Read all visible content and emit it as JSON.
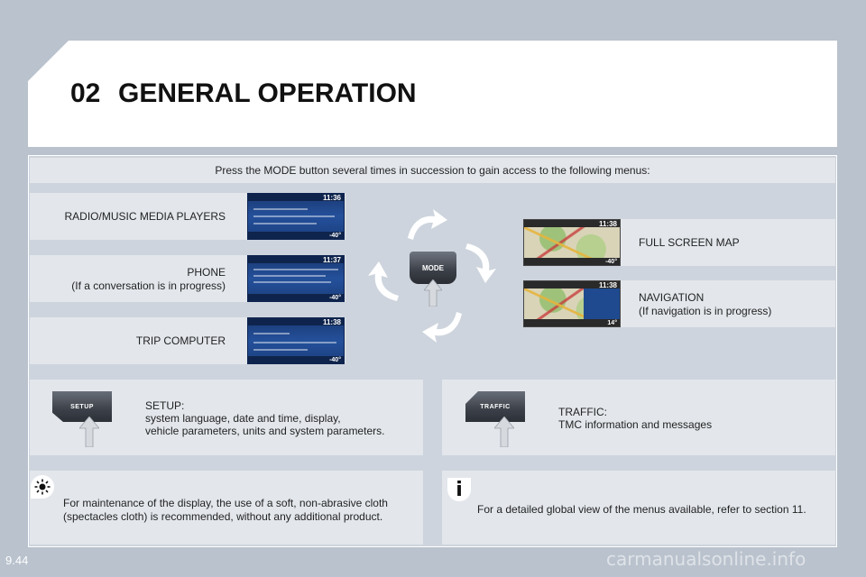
{
  "header": {
    "chapter_number": "02",
    "title": "GENERAL OPERATION"
  },
  "intro": "Press the MODE button several times in succession to gain access to the following menus:",
  "menus_left": [
    {
      "lines": [
        "RADIO/MUSIC MEDIA PLAYERS"
      ],
      "clock": "11:36",
      "temp": "-40°"
    },
    {
      "lines": [
        "PHONE",
        "(If a conversation is in progress)"
      ],
      "clock": "11:37",
      "temp": "-40°"
    },
    {
      "lines": [
        "TRIP COMPUTER"
      ],
      "clock": "11:38",
      "temp": "-40°"
    }
  ],
  "menus_right": [
    {
      "lines": [
        "FULL SCREEN MAP"
      ],
      "clock": "11:38",
      "temp": "-40°"
    },
    {
      "lines": [
        "NAVIGATION",
        "(If navigation is in progress)"
      ],
      "clock": "11:38",
      "temp": "14°"
    }
  ],
  "mode_button": "MODE",
  "setup": {
    "button": "SETUP",
    "lines": [
      "SETUP:",
      "system language, date and time, display,",
      "vehicle parameters, units and system parameters."
    ]
  },
  "traffic": {
    "button": "TRAFFIC",
    "lines": [
      "TRAFFIC:",
      "TMC information and messages"
    ]
  },
  "notes": {
    "maintenance": [
      "For maintenance of the display, the use of a soft, non-abrasive cloth",
      "(spectacles cloth) is recommended, without any additional product."
    ],
    "info": "For a detailed global view of the menus available, refer to section 11."
  },
  "icons": {
    "maintenance": "sun-gear-icon",
    "info": "info-icon"
  },
  "page_number": "9.44",
  "watermark": "carmanualsonline.info",
  "colors": {
    "background": "#b9c2cd",
    "panel": "#cdd4dd",
    "row": "#e3e7ec",
    "screen_blue": "#24509b"
  }
}
